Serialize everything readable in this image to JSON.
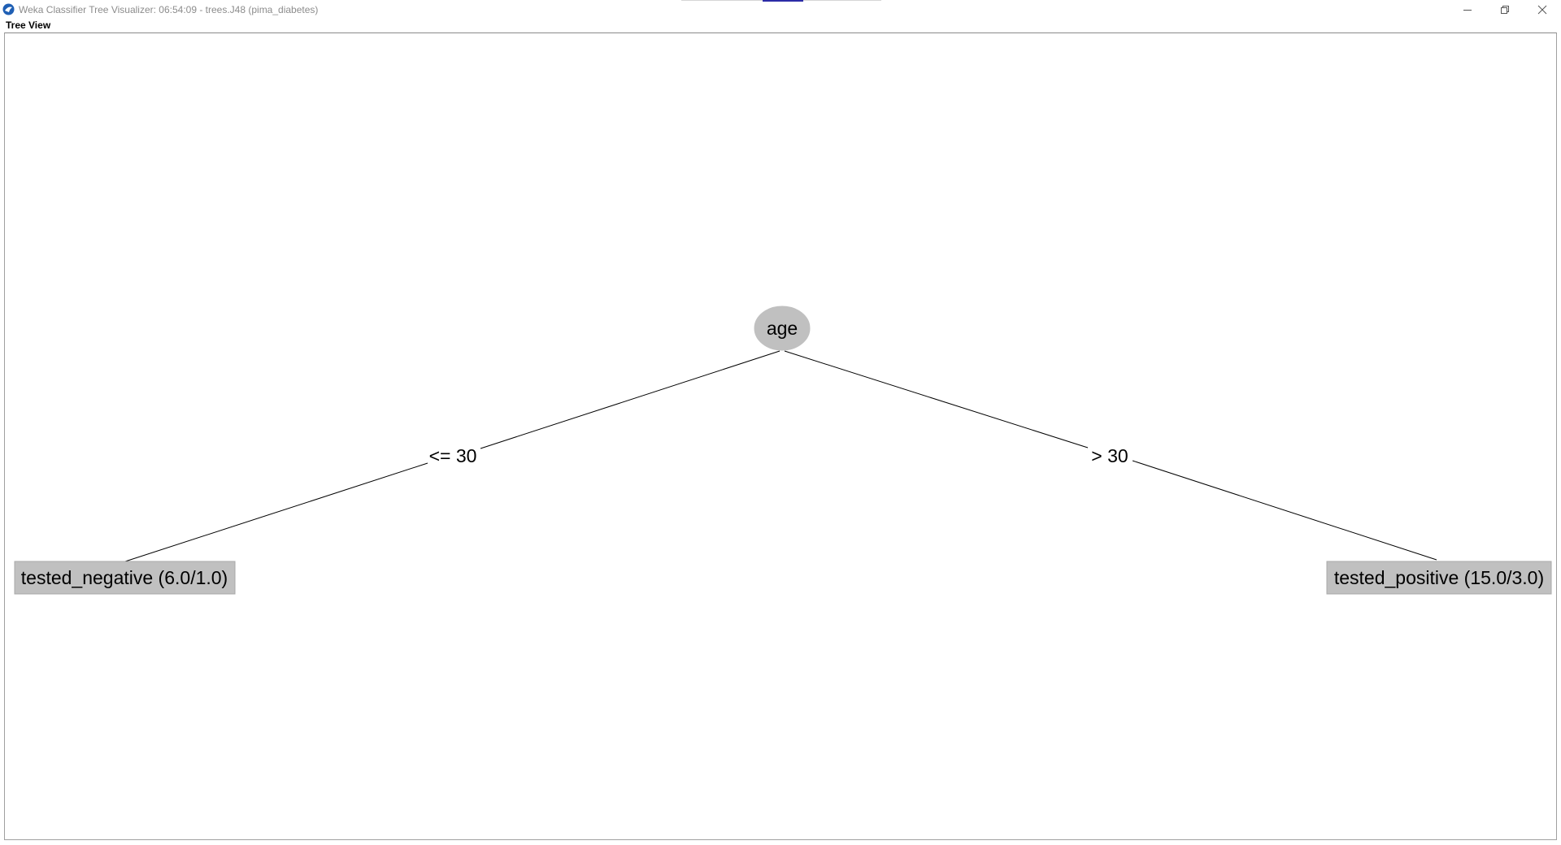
{
  "window": {
    "title": "Weka Classifier Tree Visualizer: 06:54:09 - trees.J48 (pima_diabetes)",
    "icon": "weka-bird-icon",
    "controls": {
      "minimize": "minimize-icon",
      "restore": "restore-icon",
      "close": "close-icon"
    }
  },
  "menu": {
    "tree_view": "Tree View"
  },
  "tree": {
    "root": {
      "label": "age",
      "color": "#c0c0c0"
    },
    "edges": [
      {
        "label": "<= 30"
      },
      {
        "label": "> 30"
      }
    ],
    "leaves": [
      {
        "label": "tested_negative (6.0/1.0)",
        "color": "#c0c0c0"
      },
      {
        "label": "tested_positive (15.0/3.0)",
        "color": "#c0c0c0"
      }
    ]
  }
}
